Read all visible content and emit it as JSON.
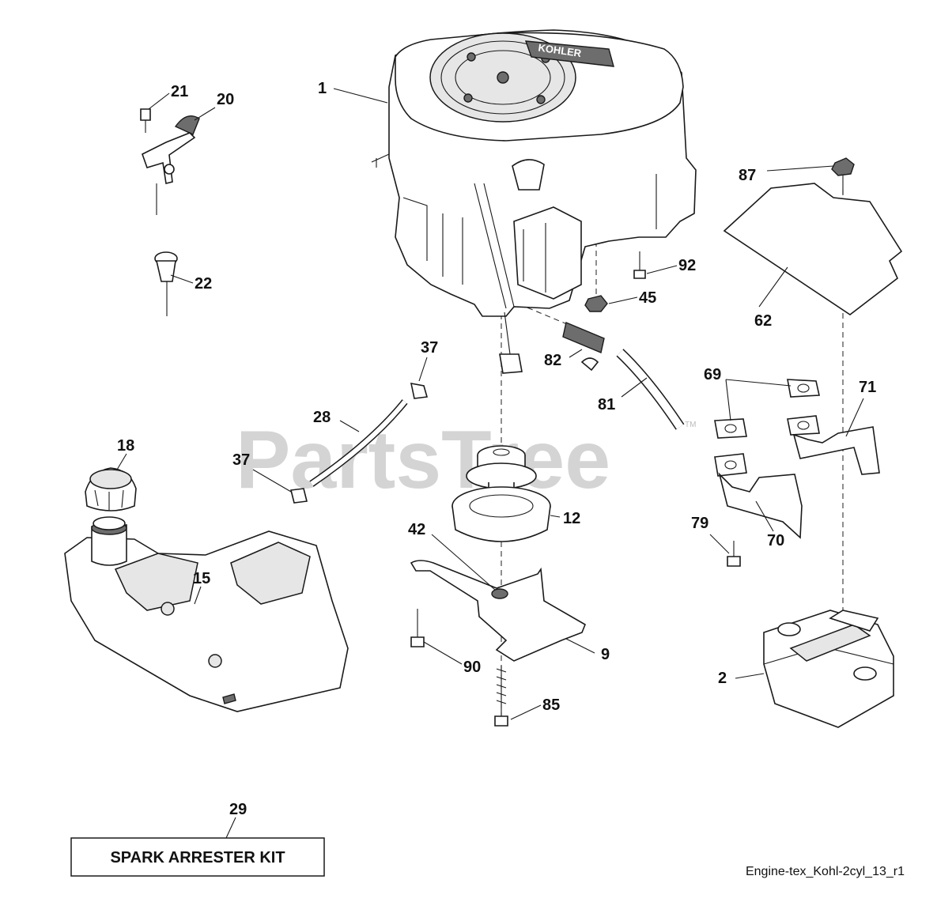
{
  "watermark": "PartsTree",
  "watermark_mark": "TM",
  "engine_brand": "KOHLER",
  "kit_label": "SPARK ARRESTER KIT",
  "footer_code": "Engine-tex_Kohl-2cyl_13_r1",
  "callouts": [
    {
      "id": "c1",
      "text": "1"
    },
    {
      "id": "c2",
      "text": "2"
    },
    {
      "id": "c9",
      "text": "9"
    },
    {
      "id": "c12",
      "text": "12"
    },
    {
      "id": "c15",
      "text": "15"
    },
    {
      "id": "c18",
      "text": "18"
    },
    {
      "id": "c20",
      "text": "20"
    },
    {
      "id": "c21",
      "text": "21"
    },
    {
      "id": "c22",
      "text": "22"
    },
    {
      "id": "c28",
      "text": "28"
    },
    {
      "id": "c29",
      "text": "29"
    },
    {
      "id": "c37a",
      "text": "37"
    },
    {
      "id": "c37b",
      "text": "37"
    },
    {
      "id": "c42",
      "text": "42"
    },
    {
      "id": "c45",
      "text": "45"
    },
    {
      "id": "c62",
      "text": "62"
    },
    {
      "id": "c69",
      "text": "69"
    },
    {
      "id": "c70",
      "text": "70"
    },
    {
      "id": "c71",
      "text": "71"
    },
    {
      "id": "c79",
      "text": "79"
    },
    {
      "id": "c81",
      "text": "81"
    },
    {
      "id": "c82",
      "text": "82"
    },
    {
      "id": "c85",
      "text": "85"
    },
    {
      "id": "c87",
      "text": "87"
    },
    {
      "id": "c90",
      "text": "90"
    },
    {
      "id": "c92",
      "text": "92"
    }
  ]
}
